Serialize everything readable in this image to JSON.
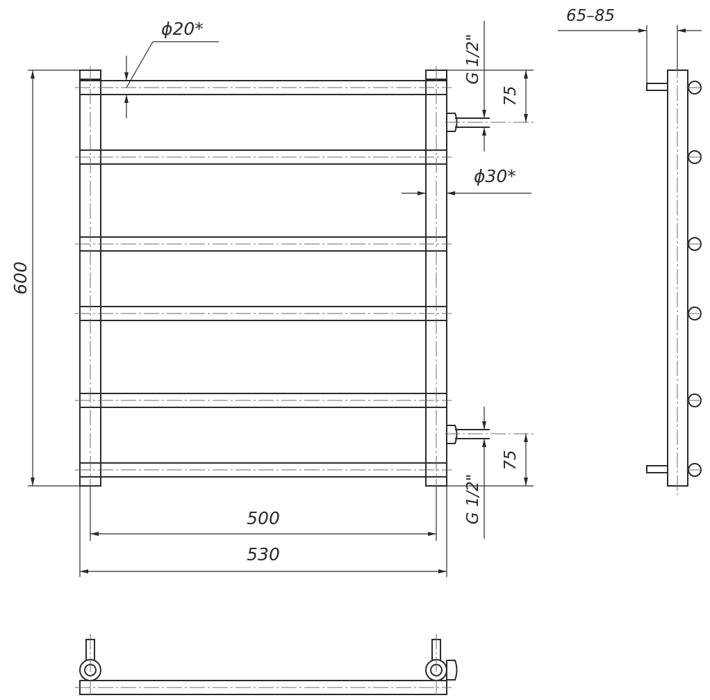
{
  "dimensions": {
    "height": "600",
    "inner_width": "500",
    "outer_width": "530",
    "rail_diameter": "ϕ20*",
    "upright_diameter": "ϕ30*",
    "thread_top": "G 1/2\"",
    "thread_bottom": "G 1/2\"",
    "offset_top": "75",
    "offset_bottom": "75",
    "wall_distance": "65–85"
  },
  "colors": {
    "line": "#2a2a2a",
    "centerline": "#6a6a6a",
    "background": "#ffffff"
  }
}
